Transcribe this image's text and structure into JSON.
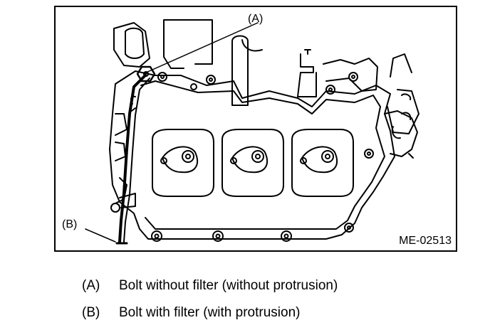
{
  "diagram": {
    "callout_a": "(A)",
    "callout_b": "(B)",
    "figure_id": "ME-02513"
  },
  "legend": [
    {
      "key": "(A)",
      "text": "Bolt without filter (without protrusion)"
    },
    {
      "key": "(B)",
      "text": "Bolt with filter (with protrusion)"
    }
  ]
}
